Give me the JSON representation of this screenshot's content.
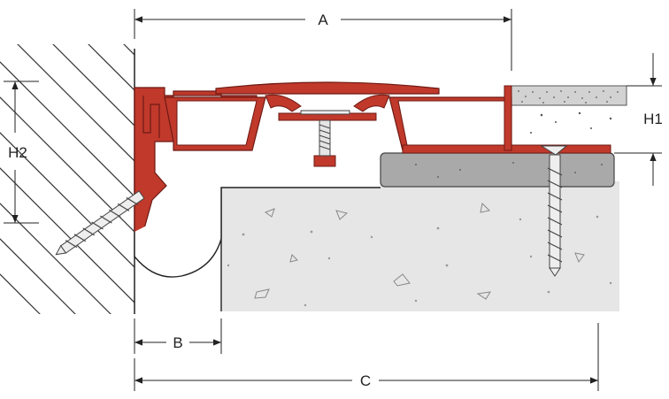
{
  "dimensions": {
    "a": "A",
    "b": "B",
    "c": "C",
    "h1": "H1",
    "h2": "H2"
  },
  "colors": {
    "profile": "#c0392b",
    "profile_outline": "#6e1a14",
    "concrete": "#e6e6e6",
    "screed": "#a9a9a9",
    "floor_covering": "#c9c9c9",
    "line": "#222222",
    "hatch": "#333333"
  },
  "icons": [
    "wall-hatch-icon",
    "screw-icon",
    "anchor-screw-icon"
  ]
}
